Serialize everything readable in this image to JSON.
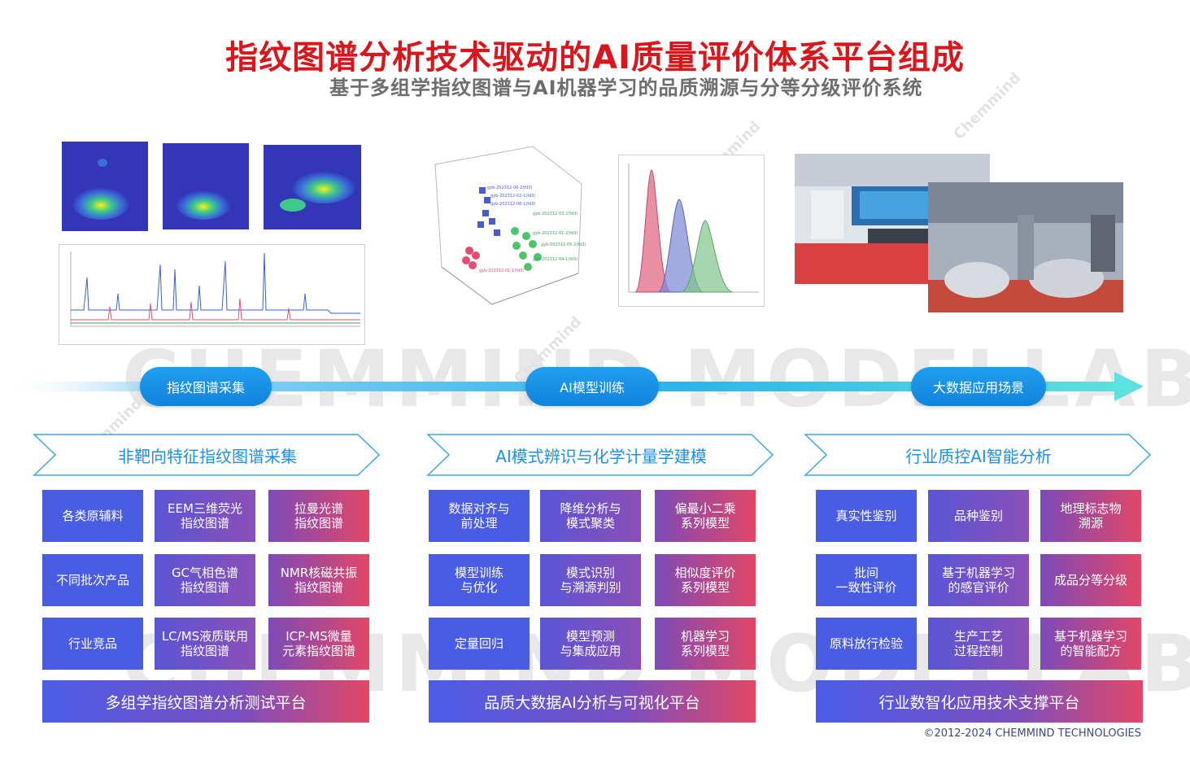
{
  "header": {
    "title": "指纹图谱分析技术驱动的AI质量评价体系平台组成",
    "subtitle": "基于多组学指纹图谱与AI机器学习的品质溯源与分等分级评价系统"
  },
  "watermark": {
    "text": "CHEMMIND MODELLAB",
    "logo": "Chemmind"
  },
  "timeline": {
    "stages": [
      "指纹图谱采集",
      "AI模型训练",
      "大数据应用场景"
    ]
  },
  "columns": [
    {
      "heading": "非靶向特征指纹图谱采集",
      "cards": [
        "各类原辅料",
        "EEM三维荧光\n指纹图谱",
        "拉曼光谱\n指纹图谱",
        "不同批次产品",
        "GC气相色谱\n指纹图谱",
        "NMR核磁共振\n指纹图谱",
        "行业竞品",
        "LC/MS液质联用\n指纹图谱",
        "ICP-MS微量\n元素指纹图谱"
      ],
      "platform": "多组学指纹图谱分析测试平台"
    },
    {
      "heading": "AI模式辨识与化学计量学建模",
      "cards": [
        "数据对齐与\n前处理",
        "降维分析与\n模式聚类",
        "偏最小二乘\n系列模型",
        "模型训练\n与优化",
        "模式识别\n与溯源判别",
        "相似度评价\n系列模型",
        "定量回归",
        "模型预测\n与集成应用",
        "机器学习\n系列模型"
      ],
      "platform": "品质大数据AI分析与可视化平台"
    },
    {
      "heading": "行业质控AI智能分析",
      "cards": [
        "真实性鉴别",
        "品种鉴别",
        "地理标志物\n溯源",
        "批间\n一致性评价",
        "基于机器学习\n的感官评价",
        "成品分等分级",
        "原料放行检验",
        "生产工艺\n过程控制",
        "基于机器学习\n的智能配方"
      ],
      "platform": "行业数智化应用技术支撑平台"
    }
  ],
  "images": {
    "pca_labels": [
      "gyb-202312-06-2(fd3)",
      "gyb-202312-02-1(fd3)",
      "gyb-202312-06-1(fd3)",
      "gyb-202312-03-2(fd3)",
      "gyb-202312-01-2(fd3)",
      "gyb-202312-05-2(fd3)",
      "gyb-202312-04-1(fd3)",
      "gyb-202312-01-1(fd3)"
    ],
    "density_colors": [
      "#e06a86",
      "#7a86d6",
      "#7fc48a"
    ],
    "series_colors": [
      "#3a5fd0",
      "#e05070",
      "#40a060"
    ]
  },
  "footer": {
    "copyright": "©2012-2024 CHEMMIND TECHNOLOGIES"
  }
}
